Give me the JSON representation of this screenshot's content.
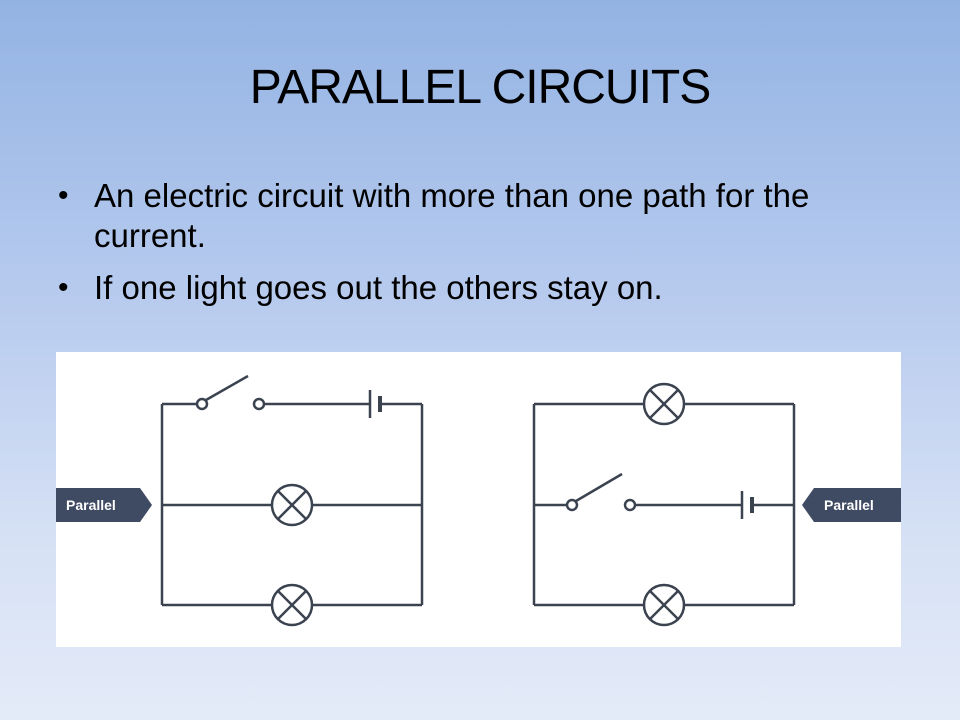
{
  "slide": {
    "title": "PARALLEL CIRCUITS",
    "bullets": [
      "An electric circuit with more than one path for the current.",
      "If one light goes out the others stay on."
    ]
  },
  "diagram": {
    "left_tag": "Parallel",
    "right_tag": "Parallel",
    "colors": {
      "wire": "#3b4350",
      "tag_background": "#3f4a63",
      "tag_text": "#ffffff"
    }
  }
}
